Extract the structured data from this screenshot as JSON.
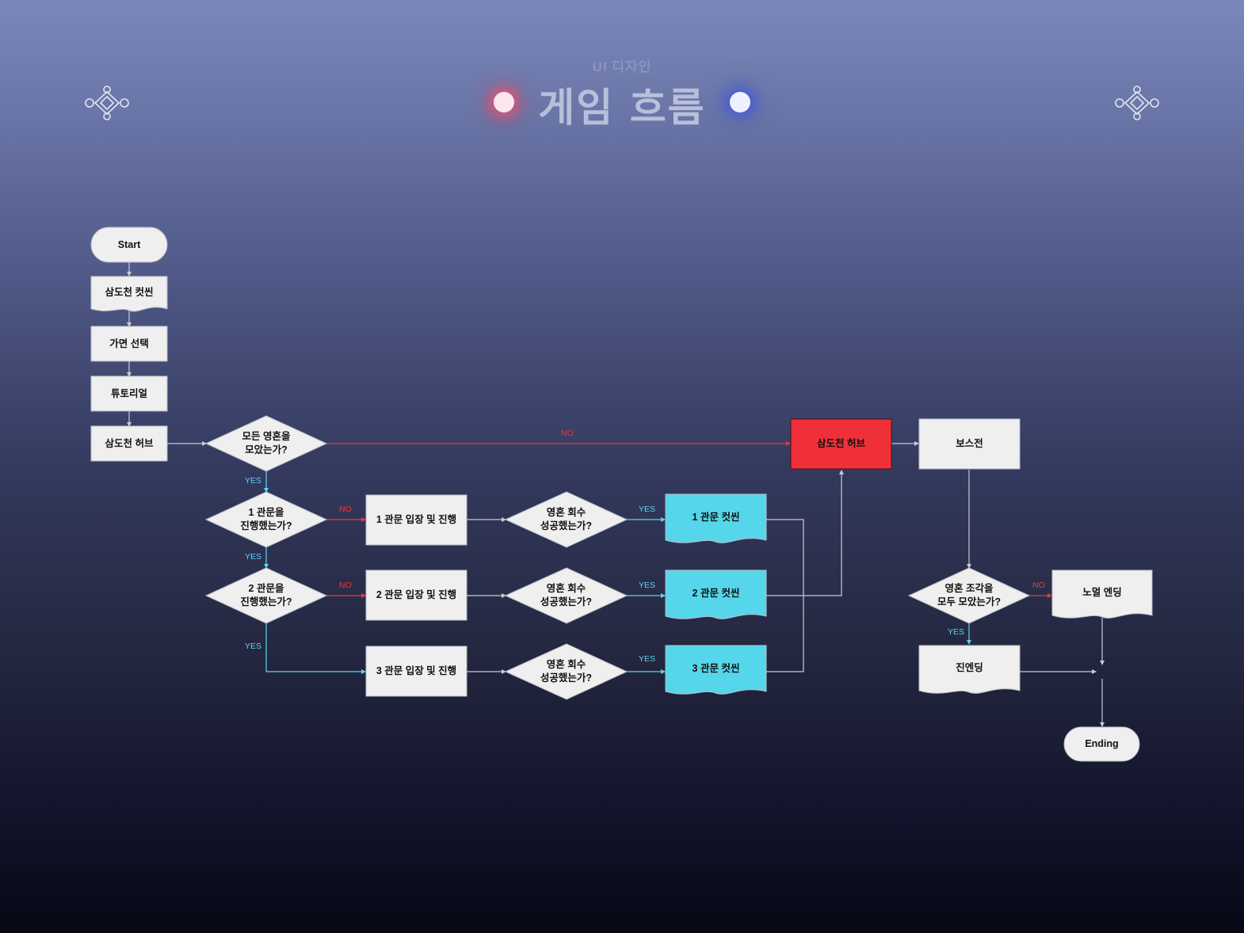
{
  "header": {
    "subtitle": "UI 디자인",
    "title": "게임 흐름"
  },
  "colors": {
    "node_fill": "#efefef",
    "node_accent_red": "#ef3038",
    "node_accent_cyan": "#55d6ea",
    "edge": "#c8cbd6",
    "edge_no": "#e9383f",
    "edge_yes": "#5ed3ee"
  },
  "nodes": {
    "start": "Start",
    "cutscene_samdocheon": "삼도천 컷씬",
    "mask_select": "가면 선택",
    "tutorial": "튜토리얼",
    "hub_samdocheon": "삼도천 허브",
    "q_all_souls": "모든 영혼을\n모았는가?",
    "q_gate1": "1 관문을\n진행했는가?",
    "q_gate2": "2 관문을\n진행했는가?",
    "gate1_enter": "1 관문 입장 및 진행",
    "gate2_enter": "2 관문 입장 및 진행",
    "gate3_enter": "3 관문 입장 및 진행",
    "q_soul_recover1": "영혼 회수\n성공했는가?",
    "q_soul_recover2": "영혼 회수\n성공했는가?",
    "q_soul_recover3": "영혼 회수\n성공했는가?",
    "gate1_cutscene": "1 관문 컷씬",
    "gate2_cutscene": "2 관문 컷씬",
    "gate3_cutscene": "3 관문 컷씬",
    "hub_samdocheon_final": "삼도천 허브",
    "boss_battle": "보스전",
    "q_soul_fragments": "영혼 조각을\n모두 모았는가?",
    "normal_ending": "노멀 엔딩",
    "true_ending": "진엔딩",
    "ending": "Ending"
  },
  "edge_labels": {
    "no_all_souls": "NO",
    "yes_all_souls": "YES",
    "no_gate1": "NO",
    "yes_gate1": "YES",
    "no_gate2": "NO",
    "yes_gate2": "YES",
    "yes_recover1": "YES",
    "yes_recover2": "YES",
    "yes_recover3": "YES",
    "no_fragments": "NO",
    "yes_fragments": "YES"
  }
}
